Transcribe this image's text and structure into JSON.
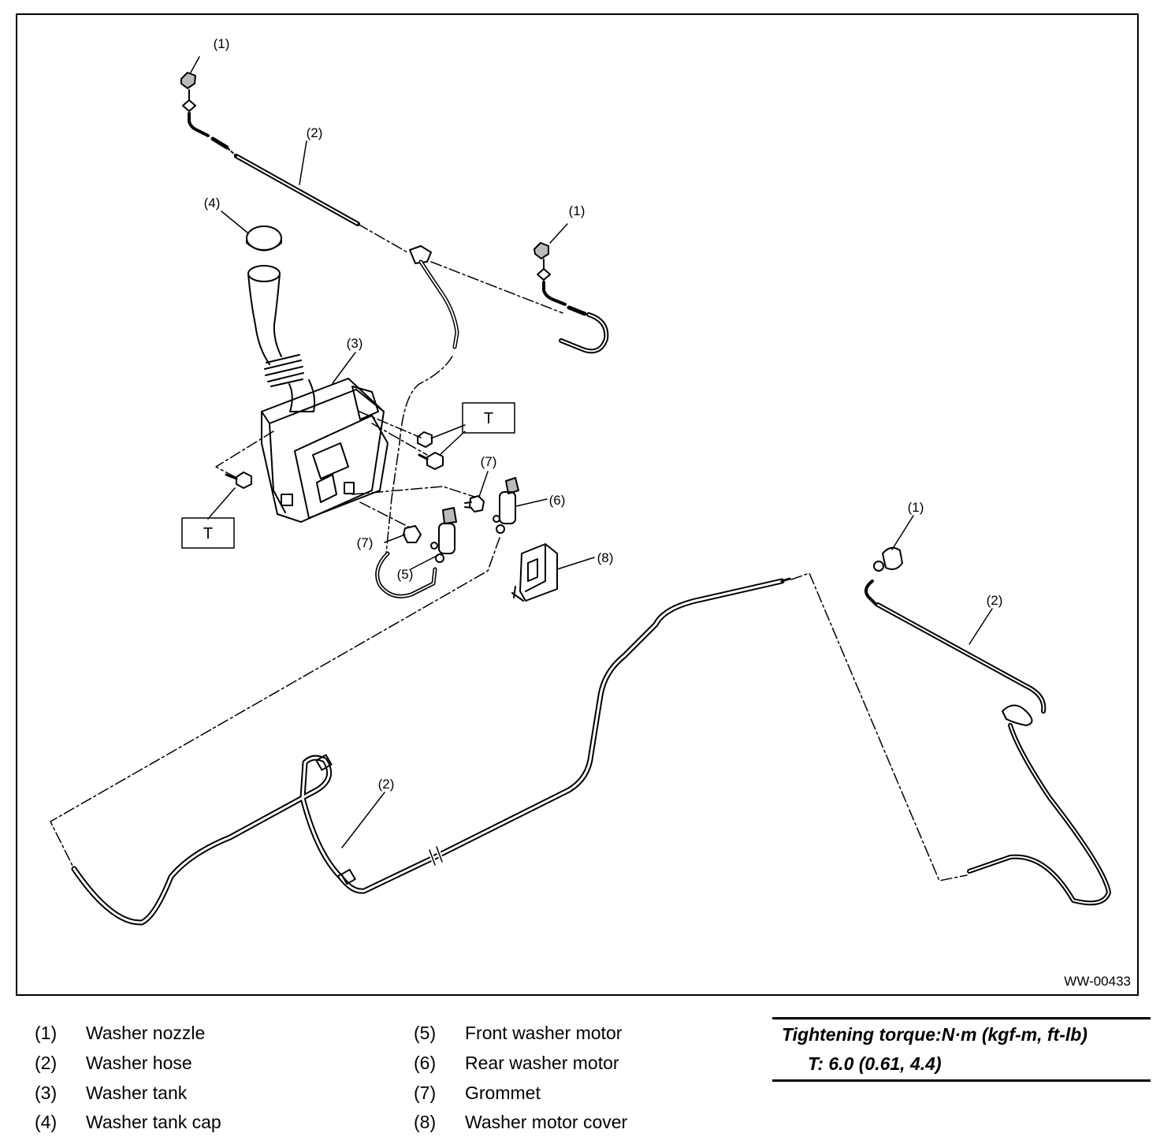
{
  "figure": {
    "id": "WW-00433",
    "callouts": {
      "c1a": "(1)",
      "c1b": "(1)",
      "c1c": "(1)",
      "c2a": "(2)",
      "c2b": "(2)",
      "c2c": "(2)",
      "c3": "(3)",
      "c4": "(4)",
      "c5": "(5)",
      "c6": "(6)",
      "c7a": "(7)",
      "c7b": "(7)",
      "c8": "(8)"
    },
    "torque_boxes": {
      "upper": "T",
      "lower": "T"
    }
  },
  "legend": [
    {
      "num": "(1)",
      "label": "Washer nozzle"
    },
    {
      "num": "(2)",
      "label": "Washer hose"
    },
    {
      "num": "(3)",
      "label": "Washer tank"
    },
    {
      "num": "(4)",
      "label": "Washer tank cap"
    },
    {
      "num": "(5)",
      "label": "Front washer motor"
    },
    {
      "num": "(6)",
      "label": "Rear washer motor"
    },
    {
      "num": "(7)",
      "label": "Grommet"
    },
    {
      "num": "(8)",
      "label": "Washer motor cover"
    }
  ],
  "torque": {
    "title": "Tightening torque:N·m (kgf-m, ft-lb)",
    "value": "T:   6.0 (0.61, 4.4)"
  }
}
